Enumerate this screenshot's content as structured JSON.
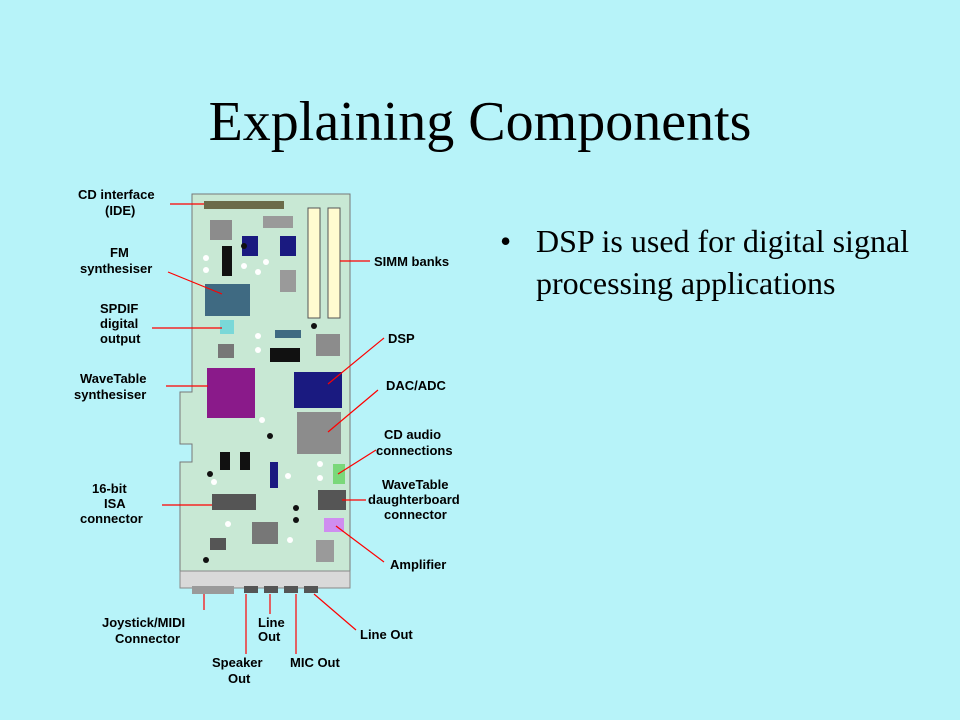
{
  "slide": {
    "title": "Explaining Components",
    "bullets": [
      {
        "marker": "•",
        "text": "DSP is used for digital signal processing applications"
      }
    ]
  },
  "diagram": {
    "labels": {
      "cd_interface": [
        "CD interface",
        "(IDE)"
      ],
      "fm_synth": [
        "FM",
        "synthesiser"
      ],
      "spdif": [
        "SPDIF",
        "digital",
        "output"
      ],
      "wavetable_synth": [
        "WaveTable",
        "synthesiser"
      ],
      "isa": [
        "16-bit",
        "ISA",
        "connector"
      ],
      "joystick": [
        "Joystick/MIDI",
        "Connector"
      ],
      "speaker_out": [
        "Speaker",
        "Out"
      ],
      "line_out_1": [
        "Line",
        "Out"
      ],
      "mic_out": [
        "MIC Out"
      ],
      "line_out_2": [
        "Line Out"
      ],
      "simm": [
        "SIMM banks"
      ],
      "dsp": [
        "DSP"
      ],
      "dac": [
        "DAC/ADC"
      ],
      "cd_audio": [
        "CD audio",
        "connections"
      ],
      "wavetable_daughter": [
        "WaveTable",
        "daughterboard",
        "connector"
      ],
      "amplifier": [
        "Amplifier"
      ]
    },
    "colors": {
      "background": "#b7f3f9",
      "board": "#c8e8d4",
      "leader": "#ff0000",
      "dsp_chip": "#1a1a80",
      "wavetable_chip": "#8a1a8a",
      "fm_chip": "#3f6a82",
      "spdif_chip": "#7ad8d8",
      "cd_audio_conn": "#7ad87a",
      "amplifier_chip": "#cf8ef0"
    }
  }
}
